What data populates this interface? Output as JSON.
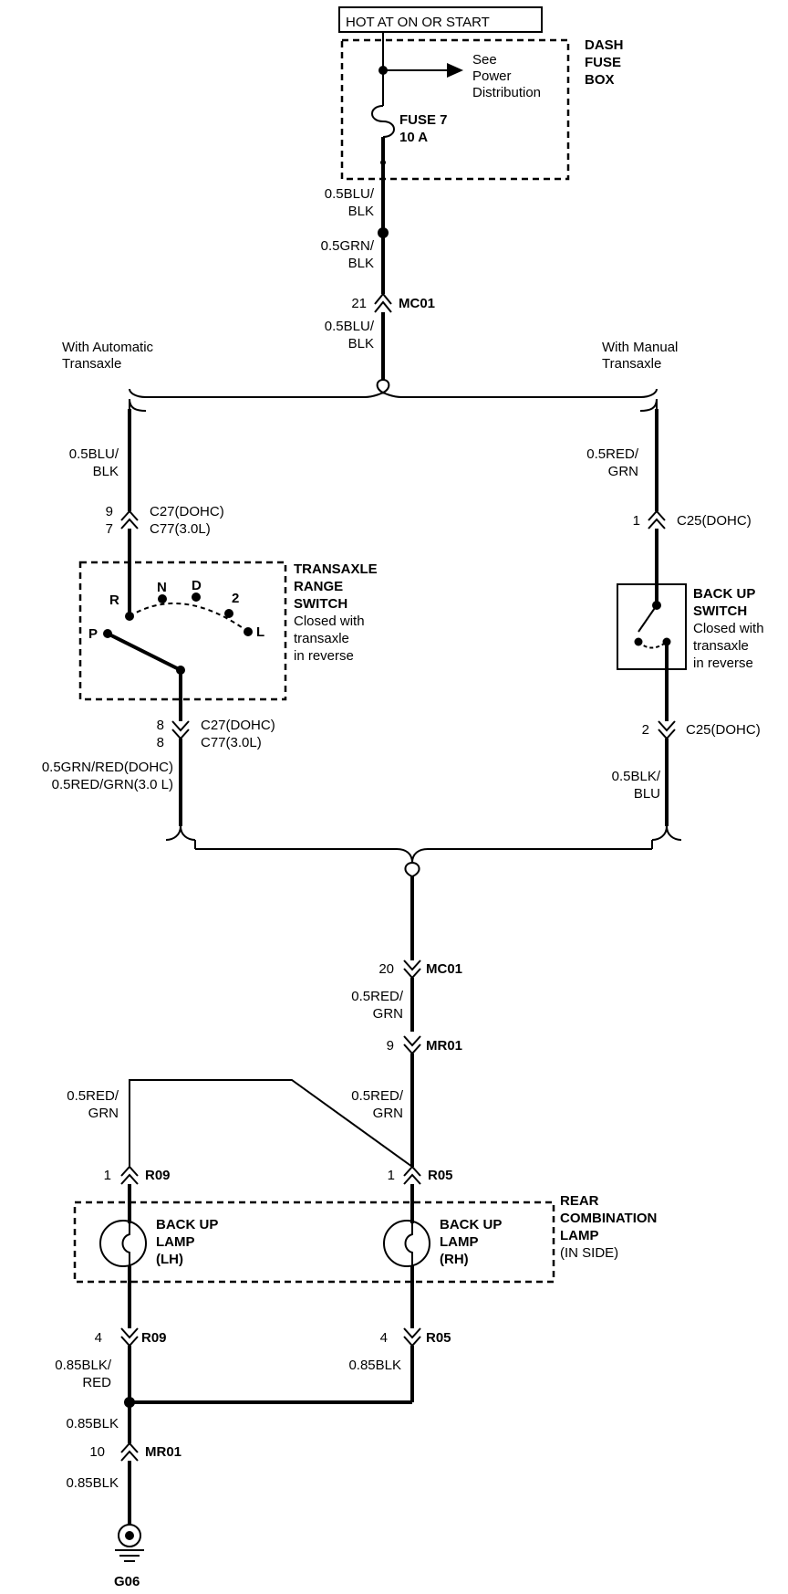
{
  "power": {
    "source_label": "HOT AT ON OR START"
  },
  "dash_fuse_box": {
    "title": [
      "DASH",
      "FUSE",
      "BOX"
    ],
    "see_note": [
      "See",
      "Power",
      "Distribution"
    ],
    "fuse": [
      "FUSE 7",
      "10 A"
    ]
  },
  "wires": {
    "w1": [
      "0.5BLU/",
      "BLK"
    ],
    "w2": [
      "0.5GRN/",
      "BLK"
    ],
    "w3": [
      "0.5BLU/",
      "BLK"
    ],
    "auto_in": [
      "0.5BLU/",
      "BLK"
    ],
    "manual_in": [
      "0.5RED/",
      "GRN"
    ],
    "auto_out": [
      "0.5GRN/RED(DOHC)",
      "0.5RED/GRN(3.0 L)"
    ],
    "manual_out": [
      "0.5BLK/",
      "BLU"
    ],
    "mc01_out": [
      "0.5RED/",
      "GRN"
    ],
    "lh_in": [
      "0.5RED/",
      "GRN"
    ],
    "rh_in": [
      "0.5RED/",
      "GRN"
    ],
    "lh_out": [
      "0.85BLK/",
      "RED"
    ],
    "rh_out": "0.85BLK",
    "ground1": "0.85BLK",
    "ground2": "0.85BLK"
  },
  "connectors": {
    "mc01_top": {
      "pin": "21",
      "name": "MC01"
    },
    "c27_top": {
      "pins": [
        "9",
        "7"
      ],
      "names": [
        [
          "C27",
          "(DOHC)"
        ],
        [
          "C77",
          "(3.0L)"
        ]
      ]
    },
    "c27_bot": {
      "pins": [
        "8",
        "8"
      ],
      "names": [
        [
          "C27",
          "(DOHC)"
        ],
        [
          "C77",
          "(3.0L)"
        ]
      ]
    },
    "c25_top": {
      "pin": "1",
      "name": [
        "C25",
        "(DOHC)"
      ]
    },
    "c25_bot": {
      "pin": "2",
      "name": [
        "C25",
        "(DOHC)"
      ]
    },
    "mc01_mid": {
      "pin": "20",
      "name": "MC01"
    },
    "mr01_mid": {
      "pin": "9",
      "name": "MR01"
    },
    "r09_top": {
      "pin": "1",
      "name": "R09"
    },
    "r05_top": {
      "pin": "1",
      "name": "R05"
    },
    "r09_bot": {
      "pin": "4",
      "name": "R09"
    },
    "r05_bot": {
      "pin": "4",
      "name": "R05"
    },
    "mr01_bot": {
      "pin": "10",
      "name": "MR01"
    }
  },
  "branches": {
    "automatic": [
      "With Automatic",
      "Transaxle"
    ],
    "manual": [
      "With Manual",
      "Transaxle"
    ]
  },
  "range_switch": {
    "title": [
      "TRANSAXLE",
      "RANGE",
      "SWITCH"
    ],
    "note": [
      "Closed with",
      "transaxle",
      "in reverse"
    ],
    "positions": [
      "R",
      "N",
      "D",
      "2",
      "L",
      "P"
    ]
  },
  "backup_switch": {
    "title": [
      "BACK UP",
      "SWITCH"
    ],
    "note": [
      "Closed with",
      "transaxle",
      "in reverse"
    ]
  },
  "lamps": {
    "lh": [
      "BACK UP",
      "LAMP",
      "(LH)"
    ],
    "rh": [
      "BACK UP",
      "LAMP",
      "(RH)"
    ],
    "housing": [
      "REAR",
      "COMBINATION",
      "LAMP",
      "(IN SIDE)"
    ]
  },
  "ground": {
    "label": "G06"
  }
}
